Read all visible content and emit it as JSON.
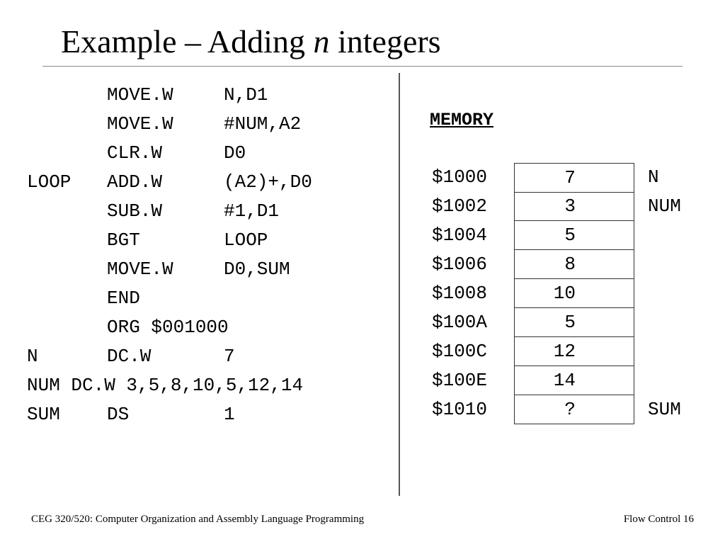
{
  "slide": {
    "title_prefix": "Example – Adding ",
    "title_italic": "n",
    "title_suffix": " integers"
  },
  "code": {
    "lines": [
      {
        "label": "",
        "op": "MOVE.W",
        "arg": "N,D1"
      },
      {
        "label": "",
        "op": "MOVE.W",
        "arg": "#NUM,A2"
      },
      {
        "label": "",
        "op": "CLR.W",
        "arg": "D0"
      },
      {
        "label": "LOOP",
        "op": "ADD.W",
        "arg": "(A2)+,D0"
      },
      {
        "label": "",
        "op": "SUB.W",
        "arg": "#1,D1"
      },
      {
        "label": "",
        "op": "BGT",
        "arg": "LOOP"
      },
      {
        "label": "",
        "op": "MOVE.W",
        "arg": "D0,SUM"
      },
      {
        "label": "",
        "op": "END",
        "arg": ""
      },
      {
        "label": "",
        "op": "ORG $001000",
        "arg": ""
      },
      {
        "label": "N",
        "op": "DC.W",
        "arg": "7"
      },
      {
        "full": "NUM DC.W 3,5,8,10,5,12,14"
      },
      {
        "label": "SUM",
        "op": "DS",
        "arg": "1"
      }
    ]
  },
  "memory": {
    "heading": "MEMORY",
    "rows": [
      {
        "addr": "$1000",
        "value": "7",
        "name": "N"
      },
      {
        "addr": "$1002",
        "value": "3",
        "name": "NUM"
      },
      {
        "addr": "$1004",
        "value": "5",
        "name": ""
      },
      {
        "addr": "$1006",
        "value": "8",
        "name": ""
      },
      {
        "addr": "$1008",
        "value": "10",
        "name": ""
      },
      {
        "addr": "$100A",
        "value": "5",
        "name": ""
      },
      {
        "addr": "$100C",
        "value": "12",
        "name": ""
      },
      {
        "addr": "$100E",
        "value": "14",
        "name": ""
      },
      {
        "addr": "$1010",
        "value": "?",
        "name": "SUM"
      }
    ]
  },
  "footer": {
    "left": "CEG 320/520: Computer Organization and Assembly Language Programming",
    "right": "Flow Control 16"
  }
}
